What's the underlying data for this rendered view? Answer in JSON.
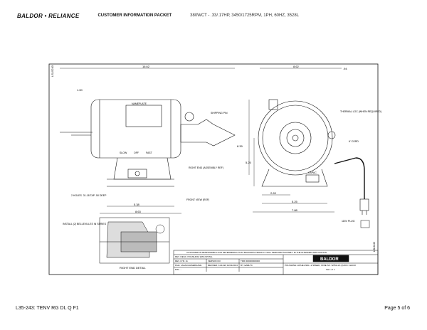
{
  "header": {
    "logo": "BALDOR • RELIANCE",
    "packet": "CUSTOMER INFORMATION PACKET",
    "model": "380WCT - .33/.17HP, 3450/1725RPM, 1PH, 60HZ, 3528L"
  },
  "drawing": {
    "sheet_id": "LSL5243",
    "dims": {
      "overall_length": "16.62",
      "width": "8.62",
      "right_offset": ".94",
      "shaft_dia": "1.00",
      "height": "8.39",
      "center_height": "5.25",
      "base_front": "2.63",
      "base_side": "5.25",
      "base_overall": "7.88",
      "base_len": "5.38",
      "base_total": "8.63"
    },
    "labels": {
      "nameplate": "NAMEPLATE",
      "shipping": "SHIPPING\nPIN",
      "slow": "SLOW",
      "off": "OFF",
      "fast": "FAST",
      "right_end": "RIGHT END\n(ASSEMBLY REF)",
      "holes": "2 HOLES\n.31-18 TAP\n.50 DEEP",
      "front_view": "FRONT VIEW\n(REF)",
      "thermal": "THERMAL LOC\n(WHEN REQUIRED)",
      "cord": "6' CORD",
      "capac": "CAPAC.",
      "plug": "115V PLUG",
      "install": "INSTALL (2) BELLEVILLES\nIN SERIES",
      "detail": "RIGHT END DETAIL"
    },
    "title_block": {
      "note": "CUSTOMER IS RESPONSIBLE FOR DETERMINING THAT BALDOR'S PRODUCT WILL PERFORM SUITABLY IN THE INTENDED APPLICATION",
      "company": "BALDOR",
      "rows": [
        [
          "REV. DESC. POLISHING WAS INSTAL.",
          "",
          ""
        ],
        [
          "REV. LTR. 11",
          "VERSION 03",
          "TDR 000000000000"
        ],
        [
          "FILE: LAAA\\CHASER\\LAVE",
          "REVISED: 11/11/24  12/01/2013",
          "BY: EABLTC"
        ],
        [
          "MTL. -",
          "",
          ""
        ]
      ],
      "description": "POLISHING LATHE ASSL.-2 SPEED, W/SE SO. W/PALLS QUICK CHUCK",
      "sheet": "SH 1 of 1",
      "side_id": "LSL5243"
    }
  },
  "footer": {
    "left": "L35-243: TENV RG DL Q  F1",
    "right": "Page 5 of 6"
  }
}
